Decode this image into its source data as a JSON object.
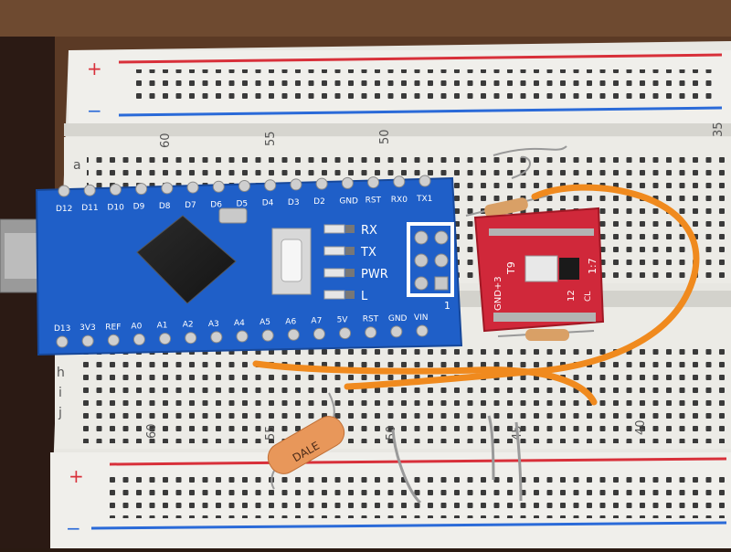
{
  "colors": {
    "table": "#5a3a24",
    "breadboard": "#ecebe6",
    "rail_red": "#d8303a",
    "rail_blue": "#2a6ad8",
    "pcb_blue": "#1f5fc8",
    "pcb_red": "#d0283a",
    "wire_orange": "#f08a1e",
    "resistor_tan": "#d9a066",
    "capacitor": "#e8975a"
  },
  "rails": {
    "top_plus": "+",
    "top_minus": "−",
    "bottom_plus": "+",
    "bottom_minus": "−"
  },
  "board_numbers": {
    "top_60": "60",
    "top_55": "55",
    "top_50": "50",
    "top_35": "35",
    "bottom_60": "60",
    "bottom_55": "55",
    "bottom_50": "50",
    "bottom_45": "45",
    "bottom_40": "40"
  },
  "row_letters": {
    "a": "a",
    "h": "h",
    "i": "i",
    "j": "j"
  },
  "arduino": {
    "top_pins": [
      "D12",
      "D11",
      "D10",
      "D9",
      "D8",
      "D7",
      "D6",
      "D5",
      "D4",
      "D3",
      "D2",
      "GND",
      "RST",
      "RX0",
      "TX1"
    ],
    "bottom_pins": [
      "D13",
      "3V3",
      "REF",
      "A0",
      "A1",
      "A2",
      "A3",
      "A4",
      "A5",
      "A6",
      "A7",
      "5V",
      "RST",
      "GND",
      "VIN"
    ],
    "led_labels": [
      "RX",
      "TX",
      "PWR",
      "L"
    ],
    "header_mark": "1"
  },
  "sensor": {
    "label_t9": "T9",
    "label_gnd": "GND+3",
    "label_vt": "12",
    "label_aux": "1:7",
    "label_cl": "CL"
  },
  "capacitor": {
    "marking": "DALE"
  }
}
